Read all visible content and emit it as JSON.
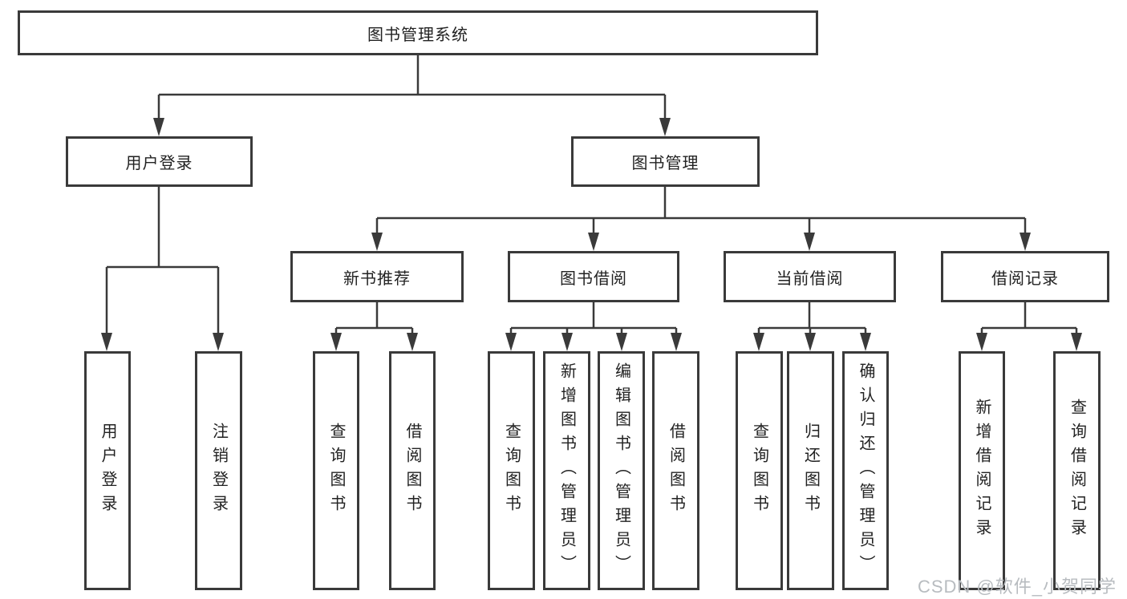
{
  "tree": {
    "label": "图书管理系统",
    "children": [
      {
        "label": "用户登录",
        "children": [
          {
            "label": "用户登录"
          },
          {
            "label": "注销登录"
          }
        ]
      },
      {
        "label": "图书管理",
        "children": [
          {
            "label": "新书推荐",
            "children": [
              {
                "label": "查询图书"
              },
              {
                "label": "借阅图书"
              }
            ]
          },
          {
            "label": "图书借阅",
            "children": [
              {
                "label": "查询图书"
              },
              {
                "label": "新增图书（管理员）"
              },
              {
                "label": "编辑图书（管理员）"
              },
              {
                "label": "借阅图书"
              }
            ]
          },
          {
            "label": "当前借阅",
            "children": [
              {
                "label": "查询图书"
              },
              {
                "label": "归还图书"
              },
              {
                "label": "确认归还（管理员）"
              }
            ]
          },
          {
            "label": "借阅记录",
            "children": [
              {
                "label": "新增借阅记录"
              },
              {
                "label": "查询借阅记录"
              }
            ]
          }
        ]
      }
    ]
  },
  "watermark": {
    "text": "CSDN @软件_小贺同学"
  },
  "colors": {
    "line": "#3a3a3a",
    "text": "#222222",
    "background": "#ffffff",
    "watermark": "#b8bcc0"
  }
}
